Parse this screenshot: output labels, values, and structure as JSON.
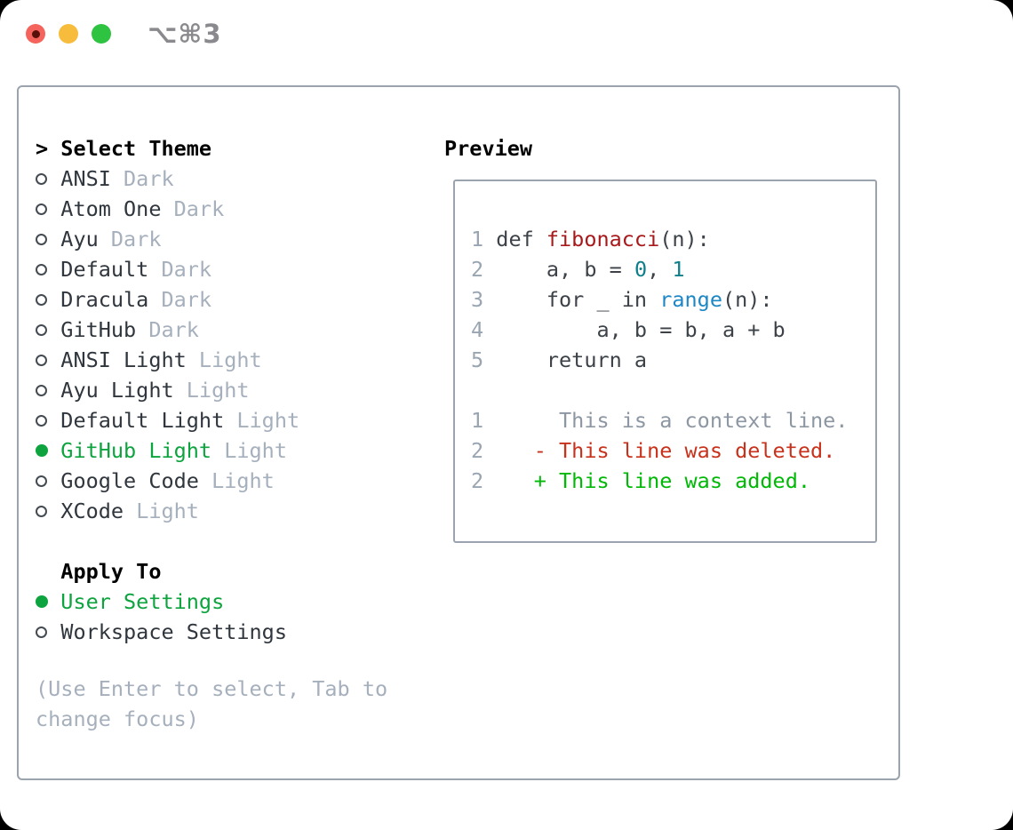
{
  "titlebar": {
    "shortcut_label": "⌥⌘3",
    "traffic_lights": [
      "close",
      "minimize",
      "zoom"
    ]
  },
  "theme_panel": {
    "prompt_marker": ">",
    "heading": "Select Theme",
    "items": [
      {
        "name": "ANSI",
        "variant": "Dark",
        "selected": false
      },
      {
        "name": "Atom One",
        "variant": "Dark",
        "selected": false
      },
      {
        "name": "Ayu",
        "variant": "Dark",
        "selected": false
      },
      {
        "name": "Default",
        "variant": "Dark",
        "selected": false
      },
      {
        "name": "Dracula",
        "variant": "Dark",
        "selected": false
      },
      {
        "name": "GitHub",
        "variant": "Dark",
        "selected": false
      },
      {
        "name": "ANSI Light",
        "variant": "Light",
        "selected": false
      },
      {
        "name": "Ayu Light",
        "variant": "Light",
        "selected": false
      },
      {
        "name": "Default Light",
        "variant": "Light",
        "selected": false
      },
      {
        "name": "GitHub Light",
        "variant": "Light",
        "selected": true
      },
      {
        "name": "Google Code",
        "variant": "Light",
        "selected": false
      },
      {
        "name": "XCode",
        "variant": "Light",
        "selected": false
      }
    ]
  },
  "apply_panel": {
    "heading": "Apply To",
    "options": [
      {
        "label": "User Settings",
        "selected": true
      },
      {
        "label": "Workspace Settings",
        "selected": false
      }
    ]
  },
  "hint": "(Use Enter to select, Tab to change focus)",
  "preview": {
    "heading": "Preview",
    "lines": [
      {
        "num": "1",
        "tokens": [
          [
            "def ",
            "pl"
          ],
          [
            "fibonacci",
            "fn"
          ],
          [
            "(n):",
            "pl"
          ]
        ]
      },
      {
        "num": "2",
        "tokens": [
          [
            "    a, b = ",
            "pl"
          ],
          [
            "0",
            "nu"
          ],
          [
            ", ",
            "pl"
          ],
          [
            "1",
            "nu"
          ]
        ]
      },
      {
        "num": "3",
        "tokens": [
          [
            "    for _ in ",
            "pl"
          ],
          [
            "range",
            "bi"
          ],
          [
            "(n):",
            "pl"
          ]
        ]
      },
      {
        "num": "4",
        "tokens": [
          [
            "        a, b = b, a + b",
            "pl"
          ]
        ]
      },
      {
        "num": "5",
        "tokens": [
          [
            "    return a",
            "pl"
          ]
        ]
      },
      {
        "num": "",
        "tokens": []
      },
      {
        "num": "1",
        "tokens": [
          [
            "     This is a context line.",
            "ctx"
          ]
        ]
      },
      {
        "num": "2",
        "tokens": [
          [
            "   - This line was deleted.",
            "del"
          ]
        ]
      },
      {
        "num": "2",
        "tokens": [
          [
            "   + This line was added.",
            "add"
          ]
        ]
      }
    ]
  },
  "colors": {
    "selected_green": "#0da33e",
    "added_green": "#00b806",
    "deleted_red": "#c8321c",
    "function_red": "#a8191c",
    "number_teal": "#0e7e8a",
    "builtin_blue": "#1d87c6",
    "plain_code": "#3c4248",
    "muted_gray": "#a6b0bd",
    "context_gray": "#8d97a3",
    "border_gray": "#9aa3ae",
    "traffic_red": "#f5645c",
    "traffic_yellow": "#f8bc3d",
    "traffic_green": "#2fc342"
  }
}
